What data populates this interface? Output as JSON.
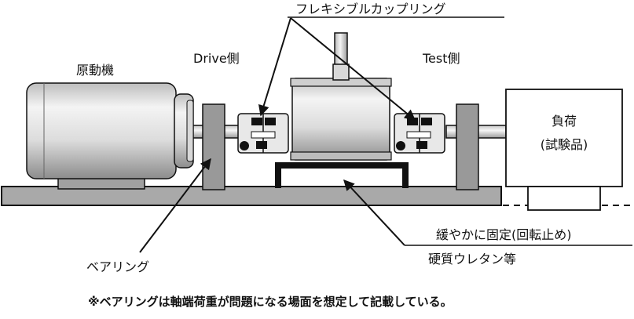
{
  "labels": {
    "flexible_coupling": "フレキシブルカップリング",
    "drive_side": "Drive側",
    "test_side": "Test側",
    "prime_mover": "原動機",
    "load_line1": "負荷",
    "load_line2": "(試験品)",
    "gentle_fix": "緩やかに固定(回転止め)",
    "hard_urethane": "硬質ウレタン等",
    "bearing": "ベアリング",
    "footnote": "※ベアリングは軸端荷重が問題になる場面を想定して記載している。"
  },
  "colors": {
    "base": "#a9a9a9",
    "pedestal": "#999999",
    "outline": "#111111",
    "metal_light": "#f2f2f2",
    "metal_dark": "#9a9a9a"
  }
}
